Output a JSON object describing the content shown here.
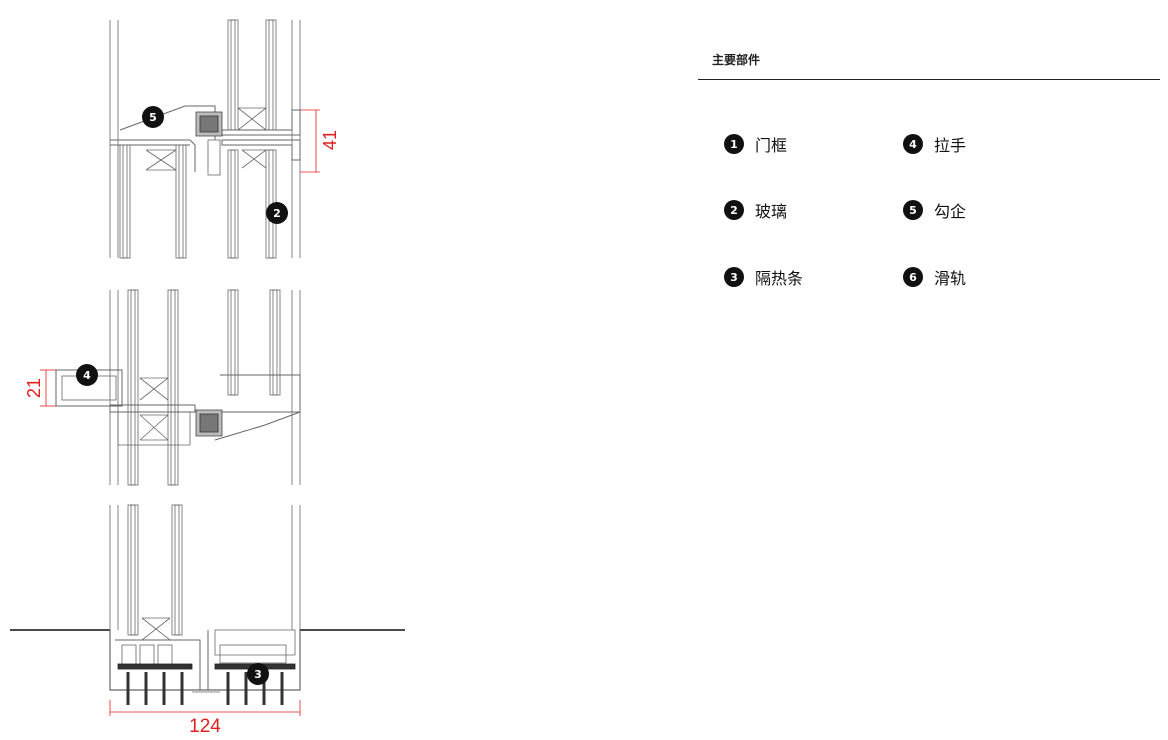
{
  "header": {
    "title": "主要部件"
  },
  "legend": {
    "items": [
      {
        "num": "1",
        "label": "门框"
      },
      {
        "num": "4",
        "label": "拉手"
      },
      {
        "num": "2",
        "label": "玻璃"
      },
      {
        "num": "5",
        "label": "勾企"
      },
      {
        "num": "3",
        "label": "隔热条"
      },
      {
        "num": "6",
        "label": "滑轨"
      }
    ]
  },
  "drawing": {
    "callouts": [
      "5",
      "2",
      "4",
      "3"
    ],
    "dimensions": {
      "top": "41",
      "handle": "21",
      "width": "124"
    },
    "colors": {
      "line": "#555555",
      "dimension": "#e02020",
      "callout": "#111111"
    }
  }
}
